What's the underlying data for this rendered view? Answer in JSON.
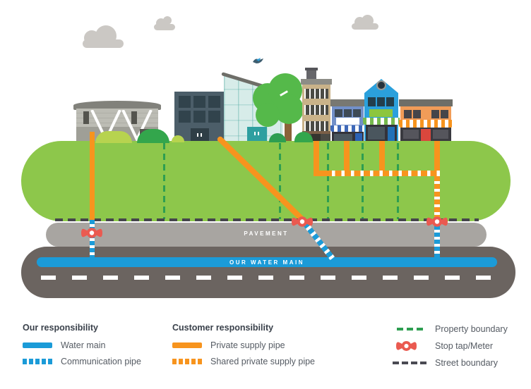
{
  "illustration": {
    "pavement_label": "PAVEMENT",
    "water_main_label": "OUR WATER MAIN"
  },
  "colors": {
    "water_main_blue": "#1B9BD8",
    "private_pipe_orange": "#F7941E",
    "grass_green": "#8DC74B",
    "property_boundary_green": "#2E9E51",
    "stop_tap_red": "#EA5A50",
    "pavement_gray": "#A8A5A1",
    "road_gray": "#6B6460",
    "street_boundary_dark": "#45454B"
  },
  "legend": {
    "columns": [
      {
        "title": "Our responsibility",
        "items": [
          {
            "label": "Water main",
            "swatch": "solid-blue"
          },
          {
            "label": "Communication pipe",
            "swatch": "dashed-blue"
          }
        ]
      },
      {
        "title": "Customer responsibility",
        "items": [
          {
            "label": "Private supply pipe",
            "swatch": "solid-orange"
          },
          {
            "label": "Shared private supply pipe",
            "swatch": "dashed-orange"
          }
        ]
      },
      {
        "title": "",
        "items": [
          {
            "label": "Property boundary",
            "swatch": "dashed-green"
          },
          {
            "label": "Stop tap/Meter",
            "swatch": "stop-tap"
          },
          {
            "label": "Street boundary",
            "swatch": "dashed-street"
          }
        ]
      }
    ]
  }
}
